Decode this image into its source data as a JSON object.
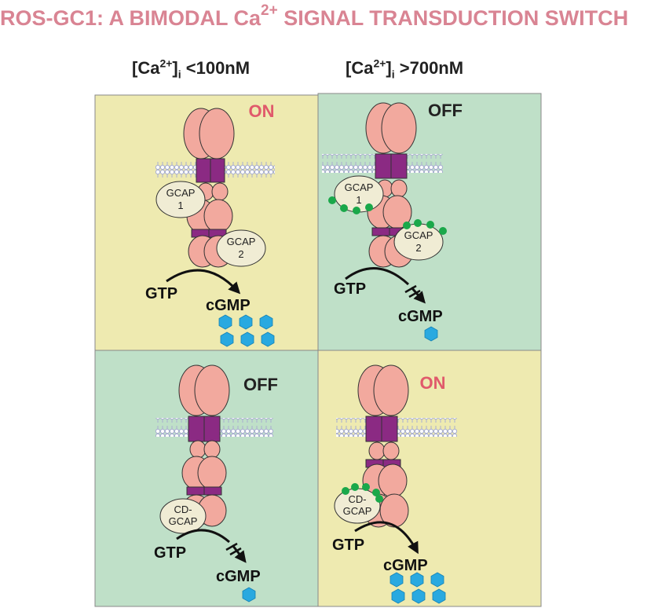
{
  "title": {
    "prefix": "ROS-GC1: A BIMODAL Ca",
    "sup": "2+",
    "suffix": " SIGNAL TRANSDUCTION SWITCH"
  },
  "columns": [
    {
      "lead": "[Ca",
      "sup": "2+",
      "mid": "]",
      "sub": "i",
      "tail": " <100nM"
    },
    {
      "lead": "[Ca",
      "sup": "2+",
      "mid": "]",
      "sub": "i",
      "tail": " >700nM"
    }
  ],
  "panels": {
    "top_left": {
      "state": "ON",
      "gcap1_top": "GCAP",
      "gcap1_bottom": "1",
      "gcap2_top": "GCAP",
      "gcap2_bottom": "2",
      "substrate": "GTP",
      "product": "cGMP"
    },
    "top_right": {
      "state": "OFF",
      "gcap1_top": "GCAP",
      "gcap1_bottom": "1",
      "gcap2_top": "GCAP",
      "gcap2_bottom": "2",
      "substrate": "GTP",
      "product": "cGMP"
    },
    "bottom_left": {
      "state": "OFF",
      "cd_top": "CD-",
      "cd_bottom": "GCAP",
      "substrate": "GTP",
      "product": "cGMP"
    },
    "bottom_right": {
      "state": "ON",
      "cd_top": "CD-",
      "cd_bottom": "GCAP",
      "substrate": "GTP",
      "product": "cGMP"
    }
  },
  "colors": {
    "title": "#d98493",
    "on_label": "#e05a6b",
    "off_label": "#222222",
    "yellow_panel": "#eeeab0",
    "green_panel": "#bfe0c8",
    "protein": "#f2a99e",
    "transmembrane": "#8b2a83",
    "membrane": "#a8aed0",
    "gcap": "#f0ecd4",
    "calcium": "#1aa84a",
    "cgmp": "#29a9e0"
  }
}
